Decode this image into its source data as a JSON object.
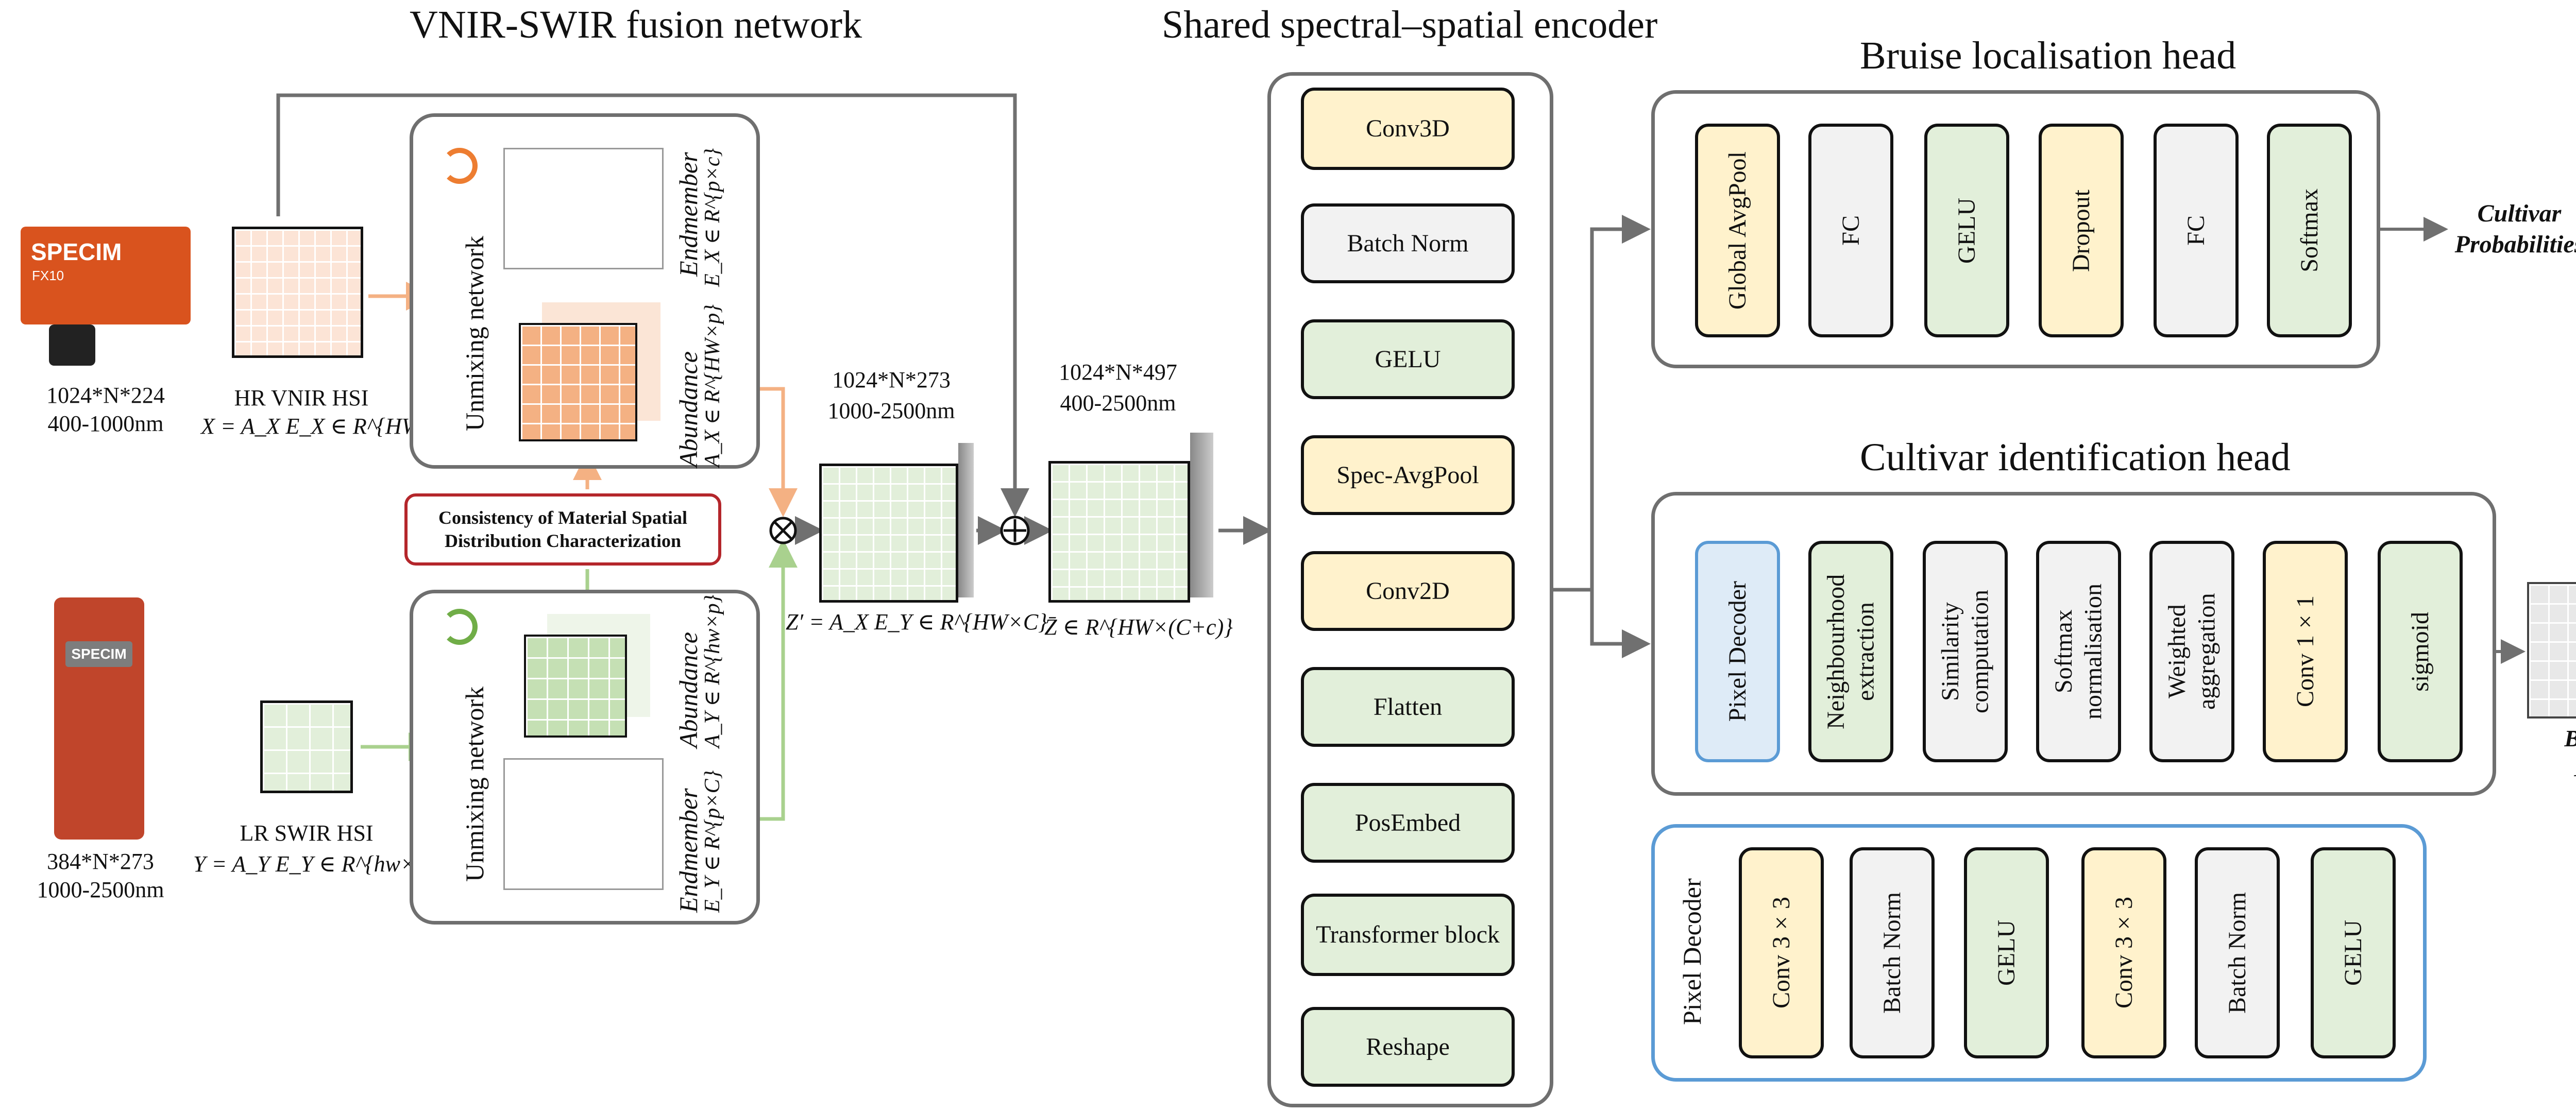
{
  "titles": {
    "fusion": "VNIR-SWIR fusion network",
    "encoder": "Shared spectral–spatial encoder",
    "localisation": "Bruise localisation head",
    "cultivar": "Cultivar identification head"
  },
  "cameras": {
    "vnir_brand": "SPECIM",
    "vnir_model": "FX10",
    "vnir_dims": "1024*N*224",
    "vnir_range": "400-1000nm",
    "swir_brand": "SPECIM",
    "swir_dims": "384*N*273",
    "swir_range": "1000-2500nm"
  },
  "inputs": {
    "hr_name": "HR VNIR HSI",
    "hr_eq": "X = A_X E_X ∈ R^{HW×c}",
    "lr_name": "LR SWIR HSI",
    "lr_eq": "Y = A_Y E_Y ∈ R^{hw×C}"
  },
  "unmixing": {
    "label": "Unmixing network",
    "endmember_x": "Endmember",
    "endmember_x_eq": "E_X ∈ R^{p×c}",
    "abundance_x": "Abundance",
    "abundance_x_eq": "A_X ∈ R^{HW×p}",
    "abundance_y": "Abundance",
    "abundance_y_eq": "A_Y ∈ R^{hw×p}",
    "endmember_y": "Endmember",
    "endmember_y_eq": "E_Y ∈ R^{p×C}"
  },
  "consistency": "Consistency of Material Spatial Distribution Characterization",
  "fused": {
    "z_prime_dims": "1024*N*273",
    "z_prime_range": "1000-2500nm",
    "z_prime_eq": "Z′ = A_X E_Y ∈ R^{HW×C}",
    "z_dims": "1024*N*497",
    "z_range": "400-2500nm",
    "z_eq": "Z̄ ∈ R^{HW×(C+c)}"
  },
  "encoder_blocks": [
    "Conv3D",
    "Batch Norm",
    "GELU",
    "Spec-AvgPool",
    "Conv2D",
    "Flatten",
    "PosEmbed",
    "Transformer block",
    "Reshape"
  ],
  "localisation_blocks": [
    "Global AvgPool",
    "FC",
    "GELU",
    "Dropout",
    "FC",
    "Softmax"
  ],
  "localisation_output": "Cultivar Probabilities",
  "cultivar_blocks": [
    "Pixel Decoder",
    "Neighbourhood extraction",
    "Similarity computation",
    "Softmax normalisation",
    "Weighted aggregation",
    "Conv 1×1",
    "sigmoid"
  ],
  "cultivar_output": "Bruise Map",
  "pixel_decoder": {
    "label": "Pixel Decoder",
    "blocks": [
      "Conv 3×3",
      "Batch Norm",
      "GELU",
      "Conv 3×3",
      "Batch Norm",
      "GELU"
    ]
  },
  "colors": {
    "yellow": "#fff2cc",
    "grey": "#f2f2f2",
    "green": "#e2efda",
    "blue": "#deebf7",
    "vnir_arrow": "#f4b183",
    "swir_arrow": "#a9d18e",
    "consistency_border": "#b4262b",
    "bruise": "#ff0000"
  }
}
